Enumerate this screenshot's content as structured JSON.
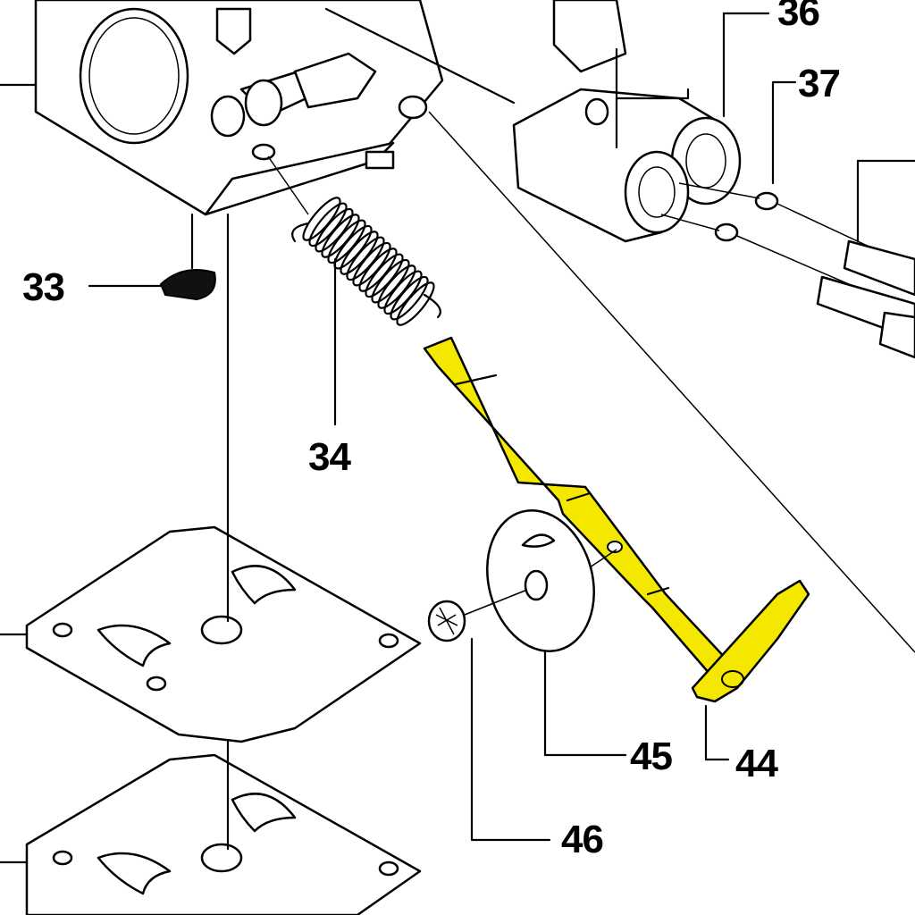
{
  "diagram": {
    "title": "Carburetor exploded parts diagram",
    "highlight_color": "#f5e800",
    "line_color": "#000000",
    "background": "#ffffff",
    "callouts": [
      {
        "id": "33",
        "label": "33"
      },
      {
        "id": "34",
        "label": "34"
      },
      {
        "id": "36",
        "label": "36"
      },
      {
        "id": "37",
        "label": "37"
      },
      {
        "id": "44",
        "label": "44",
        "highlighted": true
      },
      {
        "id": "45",
        "label": "45"
      },
      {
        "id": "46",
        "label": "46"
      }
    ]
  }
}
